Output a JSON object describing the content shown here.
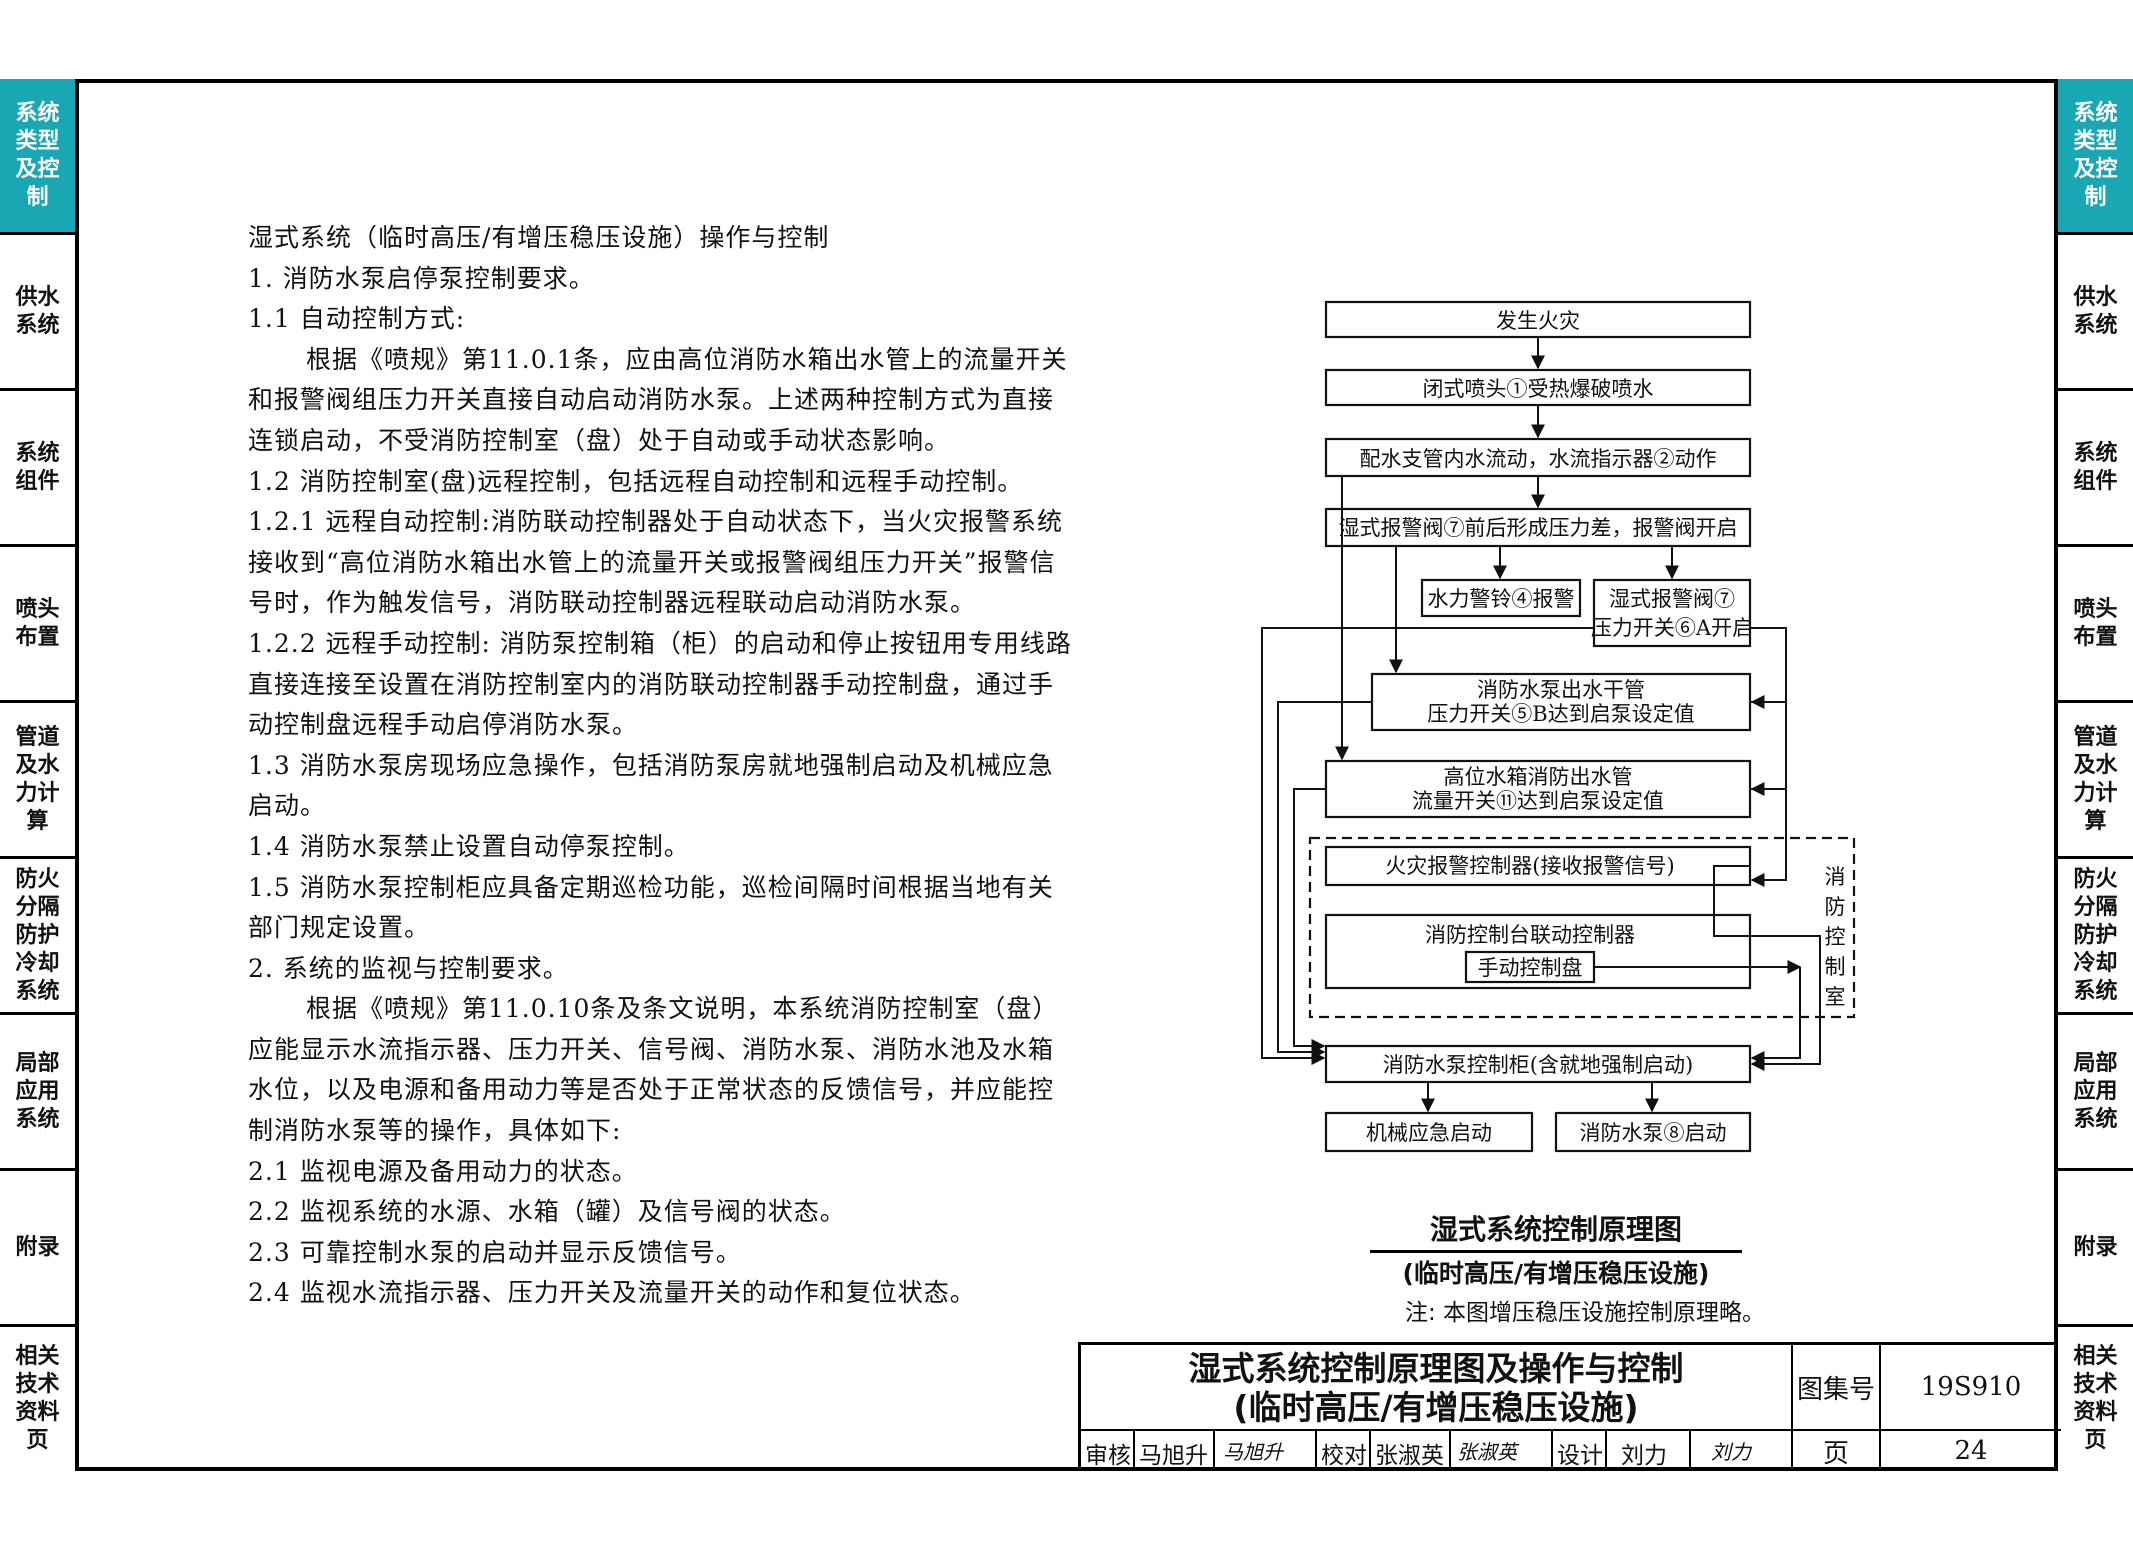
{
  "sidebar": {
    "tabs": [
      {
        "label": "系统类型及控制",
        "active": true
      },
      {
        "label": "供水系统",
        "active": false
      },
      {
        "label": "系统组件",
        "active": false
      },
      {
        "label": "喷头布置",
        "active": false
      },
      {
        "label": "管道及水力计算",
        "active": false
      },
      {
        "label": "防火分隔防护冷却系统",
        "active": false
      },
      {
        "label": "局部应用系统",
        "active": false
      },
      {
        "label": "附录",
        "active": false
      },
      {
        "label": "相关技术资料页",
        "active": false
      }
    ],
    "active_color": "#1aa7b4"
  },
  "body": {
    "heading": "湿式系统（临时高压/有增压稳压设施）操作与控制",
    "paragraphs": [
      "1. 消防水泵启停泵控制要求。",
      "1.1 自动控制方式:",
      "根据《喷规》第11.0.1条，应由高位消防水箱出水管上的流量开关和报警阀组压力开关直接自动启动消防水泵。上述两种控制方式为直接连锁启动，不受消防控制室（盘）处于自动或手动状态影响。",
      "1.2 消防控制室(盘)远程控制，包括远程自动控制和远程手动控制。",
      "1.2.1 远程自动控制:消防联动控制器处于自动状态下，当火灾报警系统接收到“高位消防水箱出水管上的流量开关或报警阀组压力开关”报警信号时，作为触发信号，消防联动控制器远程联动启动消防水泵。",
      "1.2.2 远程手动控制: 消防泵控制箱（柜）的启动和停止按钮用专用线路直接连接至设置在消防控制室内的消防联动控制器手动控制盘，通过手动控制盘远程手动启停消防水泵。",
      "1.3 消防水泵房现场应急操作，包括消防泵房就地强制启动及机械应急启动。",
      "1.4 消防水泵禁止设置自动停泵控制。",
      "1.5 消防水泵控制柜应具备定期巡检功能，巡检间隔时间根据当地有关部门规定设置。",
      "2. 系统的监视与控制要求。",
      "根据《喷规》第11.0.10条及条文说明，本系统消防控制室（盘）应能显示水流指示器、压力开关、信号阀、消防水泵、消防水池及水箱水位，以及电源和备用动力等是否处于正常状态的反馈信号，并应能控制消防水泵等的操作，具体如下:",
      "2.1 监视电源及备用动力的状态。",
      "2.2 监视系统的水源、水箱（罐）及信号阀的状态。",
      "2.3 可靠控制水泵的启动并显示反馈信号。",
      "2.4 监视水流指示器、压力开关及流量开关的动作和复位状态。"
    ]
  },
  "diagram": {
    "boxes": {
      "fire": "发生火灾",
      "sprinkler": "闭式喷头①受热爆破喷水",
      "flow": "配水支管内水流动，水流指示器②动作",
      "alarm_valve": "湿式报警阀⑦前后形成压力差，报警阀开启",
      "bell": "水力警铃④报警",
      "pressure_switch_1": "湿式报警阀⑦",
      "pressure_switch_2": "压力开关⑥A开启",
      "main_pipe_1": "消防水泵出水干管",
      "main_pipe_2": "压力开关⑤B达到启泵设定值",
      "tank_1": "高位水箱消防出水管",
      "tank_2": "流量开关⑪达到启泵设定值",
      "fire_alarm": "火灾报警控制器(接收报警信号)",
      "linkage": "消防控制台联动控制器",
      "manual_panel": "手动控制盘",
      "control_room": "消防控制室",
      "pump_cabinet": "消防水泵控制柜(含就地强制启动)",
      "mechanical": "机械应急启动",
      "pump_start": "消防水泵⑧启动"
    },
    "caption_title": "湿式系统控制原理图",
    "caption_subtitle": "(临时高压/有增压稳压设施)",
    "caption_note": "注: 本图增压稳压设施控制原理略。"
  },
  "title_block": {
    "title_line1": "湿式系统控制原理图及操作与控制",
    "title_line2": "(临时高压/有增压稳压设施)",
    "atlas_label": "图集号",
    "atlas_number": "19S910",
    "page_label": "页",
    "page_number": "24",
    "review_label": "审核",
    "reviewer": "马旭升",
    "reviewer_sig": "马旭升",
    "check_label": "校对",
    "checker": "张淑英",
    "checker_sig": "张淑英",
    "design_label": "设计",
    "designer": "刘力",
    "designer_sig": "刘力"
  }
}
